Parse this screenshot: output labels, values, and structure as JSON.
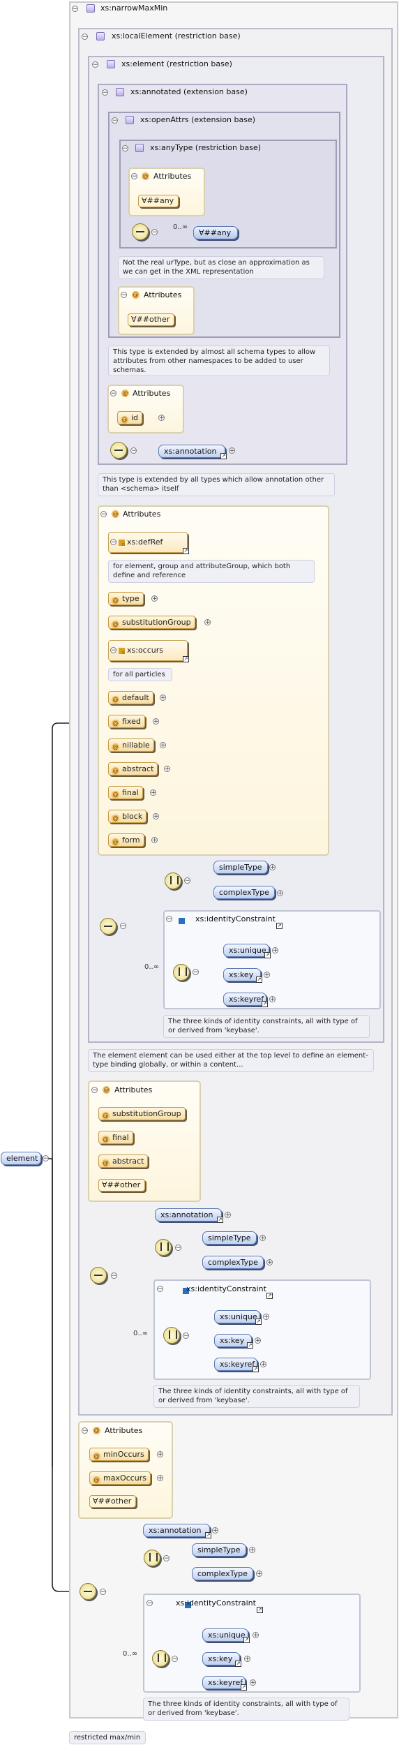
{
  "root": {
    "title": "xs:narrowMaxMin"
  },
  "localElement": {
    "title": "xs:localElement (restriction base)"
  },
  "element_rb": {
    "title": "xs:element (restriction base)"
  },
  "annotated": {
    "title": "xs:annotated (extension base)"
  },
  "openAttrs": {
    "title": "xs:openAttrs (extension base)"
  },
  "anyType": {
    "title": "xs:anyType (restriction base)"
  },
  "labels": {
    "attributes": "Attributes",
    "any": "##any",
    "other": "##other",
    "zero_inf": "0..∞",
    "id": "id",
    "annotation": "xs:annotation",
    "defRef": "xs:defRef",
    "type": "type",
    "substitutionGroup": "substitutionGroup",
    "occurs": "xs:occurs",
    "default": "default",
    "fixed": "fixed",
    "nillable": "nillable",
    "abstract": "abstract",
    "final": "final",
    "block": "block",
    "form": "form",
    "simpleType": "simpleType",
    "complexType": "complexType",
    "identityConstraint": "xs:identityConstraint",
    "unique": "xs:unique",
    "key": "xs:key",
    "keyref": "xs:keyref",
    "minOccurs": "minOccurs",
    "maxOccurs": "maxOccurs",
    "element": "element"
  },
  "docs": {
    "urtype": "Not the real urType, but as close an approximation as we can get in the XML representation",
    "openattrs": "This type is extended by almost all schema types to allow attributes from other namespaces to be added to user schemas.",
    "annotated": "This type is extended by all types which allow annotation other than <schema> itself",
    "defref": "for element, group and attributeGroup, which both define and reference",
    "particles": "for all particles",
    "identity": "The three kinds of identity constraints, all with type of or derived from 'keybase'.",
    "element": "The element element can be used either at the top level to define an element-type binding globally, or within a content..."
  },
  "footer": {
    "label": "restricted max/min"
  }
}
